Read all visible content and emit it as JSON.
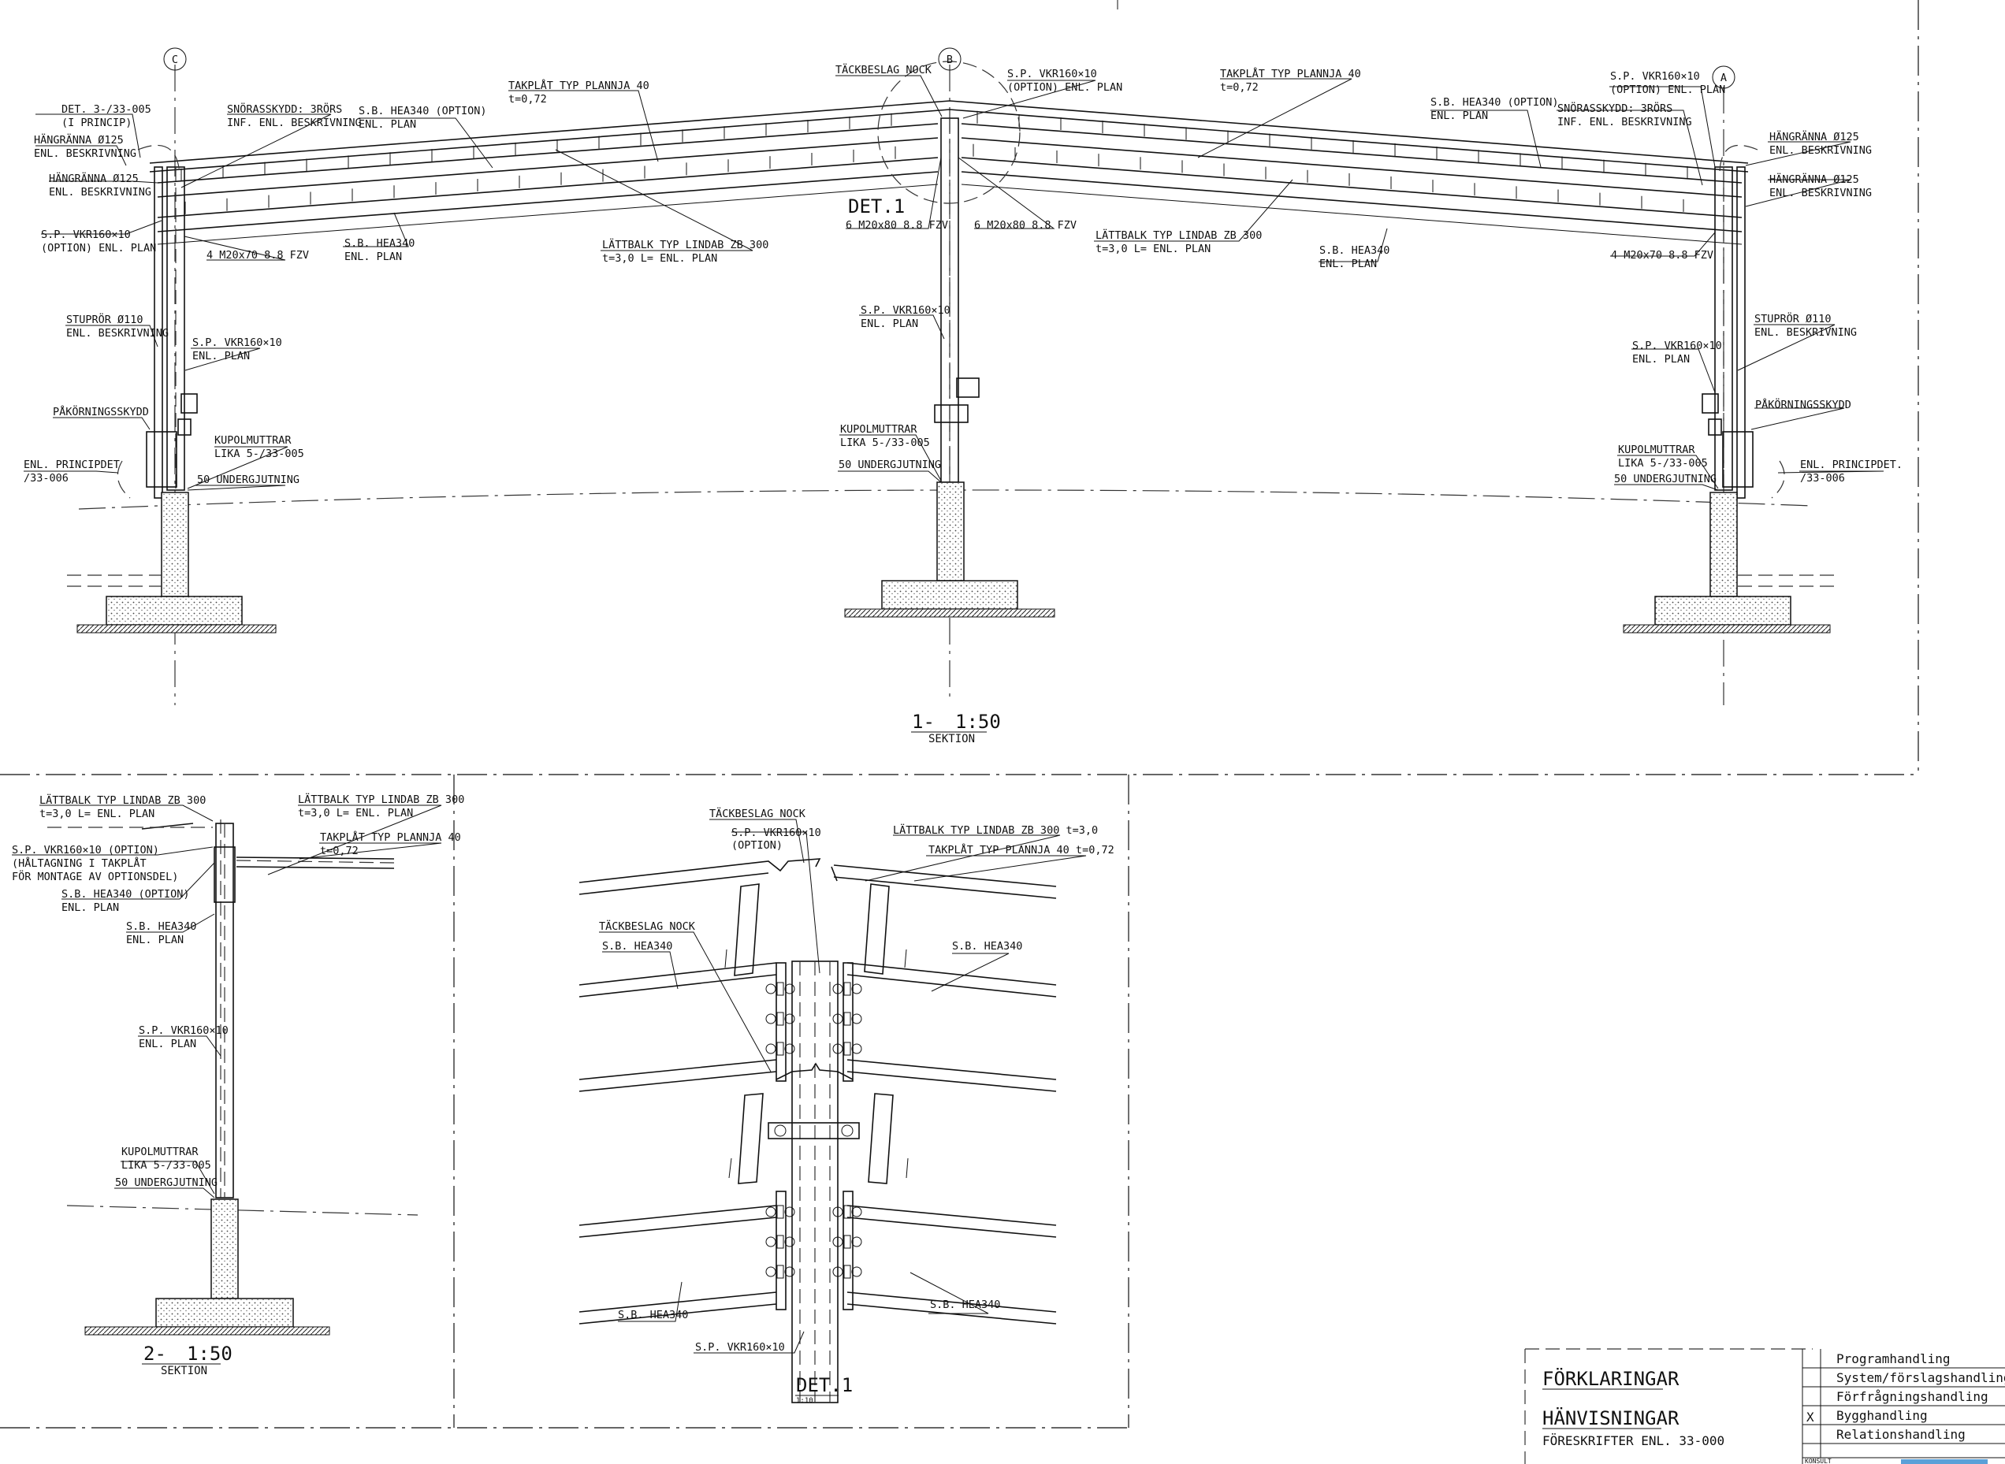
{
  "section1": {
    "title_num": "1-",
    "title_scale": "1:50",
    "title_sub": "SEKTION",
    "grid": {
      "c": "C",
      "b": "B",
      "a": "A"
    },
    "labels": {
      "det3_1": "DET. 3-/33-005",
      "det3_2": "(I PRINCIP)",
      "hangranna_l1": "HÄNGRÄNNA Ø125",
      "hangranna_l1b": "ENL. BESKRIVNING",
      "hangranna_l2": "HÄNGRÄNNA Ø125",
      "hangranna_l2b": "ENL. BESKRIVNING",
      "sp_l1": "S.P. VKR160×10",
      "sp_l1b": "(OPTION) ENL. PLAN",
      "snoras_l1": "SNÖRASSKYDD: 3RÖRS",
      "snoras_l1b": "INF. ENL. BESKRIVNING",
      "sb_opt_l": "S.B. HEA340 (OPTION)",
      "sb_opt_lb": "ENL. PLAN",
      "takplat_l": "TAKPLÅT TYP PLANNJA 40",
      "takplat_lb": "t=0,72",
      "m20_l": "4 M20x70 8.8 FZV",
      "sb_l": "S.B. HEA340",
      "sb_lb": "ENL. PLAN",
      "lattbalk_l": "LÄTTBALK TYP LINDAB ZB 300",
      "lattbalk_lb": "t=3,0 L= ENL. PLAN",
      "stupror_l": "STUPRÖR Ø110",
      "stupror_lb": "ENL. BESKRIVNING",
      "sp_col_l": "S.P. VKR160×10",
      "sp_col_lb": "ENL. PLAN",
      "pakorning_l": "PÅKÖRNINGSSKYDD",
      "kupol_l": "KUPOLMUTTRAR",
      "kupol_lb": "LIKA 5-/33-005",
      "underg_l": "50 UNDERGJUTNING",
      "princ_l": "ENL. PRINCIPDET",
      "princ_lb": "/33-006",
      "tackbeslag": "TÄCKBESLAG NOCK",
      "sp_top": "S.P. VKR160×10",
      "sp_topb": "(OPTION) ENL. PLAN",
      "det1": "DET.1",
      "m20x80_l": "6 M20x80 8.8 FZV",
      "m20x80_r": "6 M20x80 8.8 FZV",
      "sp_mid": "S.P. VKR160×10",
      "sp_midb": "ENL. PLAN",
      "kupol_m": "KUPOLMUTTRAR",
      "kupol_mb": "LIKA 5-/33-005",
      "underg_m": "50 UNDERGJUTNING",
      "takplat_r": "TAKPLÅT TYP PLANNJA 40",
      "takplat_rb": "t=0,72",
      "lattbalk_r": "LÄTTBALK TYP LINDAB ZB 300",
      "lattbalk_rb": "t=3,0 L= ENL. PLAN",
      "sb_r": "S.B. HEA340",
      "sb_rb": "ENL. PLAN",
      "sb_opt_r": "S.B. HEA340 (OPTION)",
      "sb_opt_rb": "ENL. PLAN",
      "snoras_r": "SNÖRASSKYDD: 3RÖRS",
      "snoras_rb": "INF. ENL. BESKRIVNING",
      "sp_r1": "S.P. VKR160×10",
      "sp_r1b": "(OPTION) ENL. PLAN",
      "hangranna_r1": "HÄNGRÄNNA Ø125",
      "hangranna_r1b": "ENL. BESKRIVNING",
      "hangranna_r2": "HÄNGRÄNNA Ø125",
      "hangranna_r2b": "ENL. BESKRIVNING",
      "m20_r": "4 M20x70 8.8 FZV",
      "stupror_r": "STUPRÖR Ø110",
      "stupror_rb": "ENL. BESKRIVNING",
      "sp_col_r": "S.P. VKR160×10",
      "sp_col_rb": "ENL. PLAN",
      "pakorning_r": "PÅKÖRNINGSSKYDD",
      "kupol_r": "KUPOLMUTTRAR",
      "kupol_rb": "LIKA 5-/33-005",
      "underg_r": "50 UNDERGJUTNING",
      "princ_r": "ENL. PRINCIPDET.",
      "princ_rb": "/33-006"
    }
  },
  "section2": {
    "title_num": "2-",
    "title_scale": "1:50",
    "title_sub": "SEKTION",
    "labels": {
      "lattbalk1": "LÄTTBALK TYP LINDAB ZB 300",
      "lattbalk1b": "t=3,0 L= ENL. PLAN",
      "lattbalk2": "LÄTTBALK TYP LINDAB ZB 300",
      "lattbalk2b": "t=3,0 L= ENL. PLAN",
      "takplat": "TAKPLÅT TYP PLANNJA 40",
      "takplatb": "t=0,72",
      "sp_opt": "S.P. VKR160×10 (OPTION)",
      "haltag": "(HÅLTAGNING I TAKPLÅT",
      "haltagb": "FÖR MONTAGE AV OPTIONSDEL)",
      "sb_opt": "S.B. HEA340 (OPTION)",
      "sb_optb": "ENL. PLAN",
      "sb": "S.B. HEA340",
      "sbb": "ENL. PLAN",
      "sp": "S.P. VKR160×10",
      "spb": "ENL. PLAN",
      "kupol": "KUPOLMUTTRAR",
      "kupolb": "LIKA 5-/33-005",
      "underg": "50 UNDERGJUTNING"
    }
  },
  "detail1": {
    "title": "DET.1",
    "scale": "1:10",
    "labels": {
      "tackbeslag": "TÄCKBESLAG NOCK",
      "sp_opt": "S.P. VKR160×10",
      "sp_optb": "(OPTION)",
      "lattbalk": "LÄTTBALK TYP LINDAB ZB 300 t=3,0",
      "takplat": "TAKPLÅT TYP PLANNJA 40 t=0,72",
      "tackbeslag2": "TÄCKBESLAG NOCK",
      "sb_l": "S.B. HEA340",
      "sb_r": "S.B. HEA340",
      "sb_bl": "S.B. HEA340",
      "sb_br": "S.B. HEA340",
      "sp_bottom": "S.P. VKR160×10"
    }
  },
  "legend": {
    "forklaringar": "FÖRKLARINGAR",
    "hanvisningar": "HÄNVISNINGAR",
    "foreskrifter": "FÖRESKRIFTER ENL. 33-000",
    "konsult": "KONSULT",
    "stages": [
      {
        "label": "Programhandling",
        "mark": ""
      },
      {
        "label": "System/förslagshandling",
        "mark": ""
      },
      {
        "label": "Förfrågningshandling",
        "mark": ""
      },
      {
        "label": "Bygghandling",
        "mark": "X"
      },
      {
        "label": "Relationshandling",
        "mark": ""
      }
    ]
  }
}
